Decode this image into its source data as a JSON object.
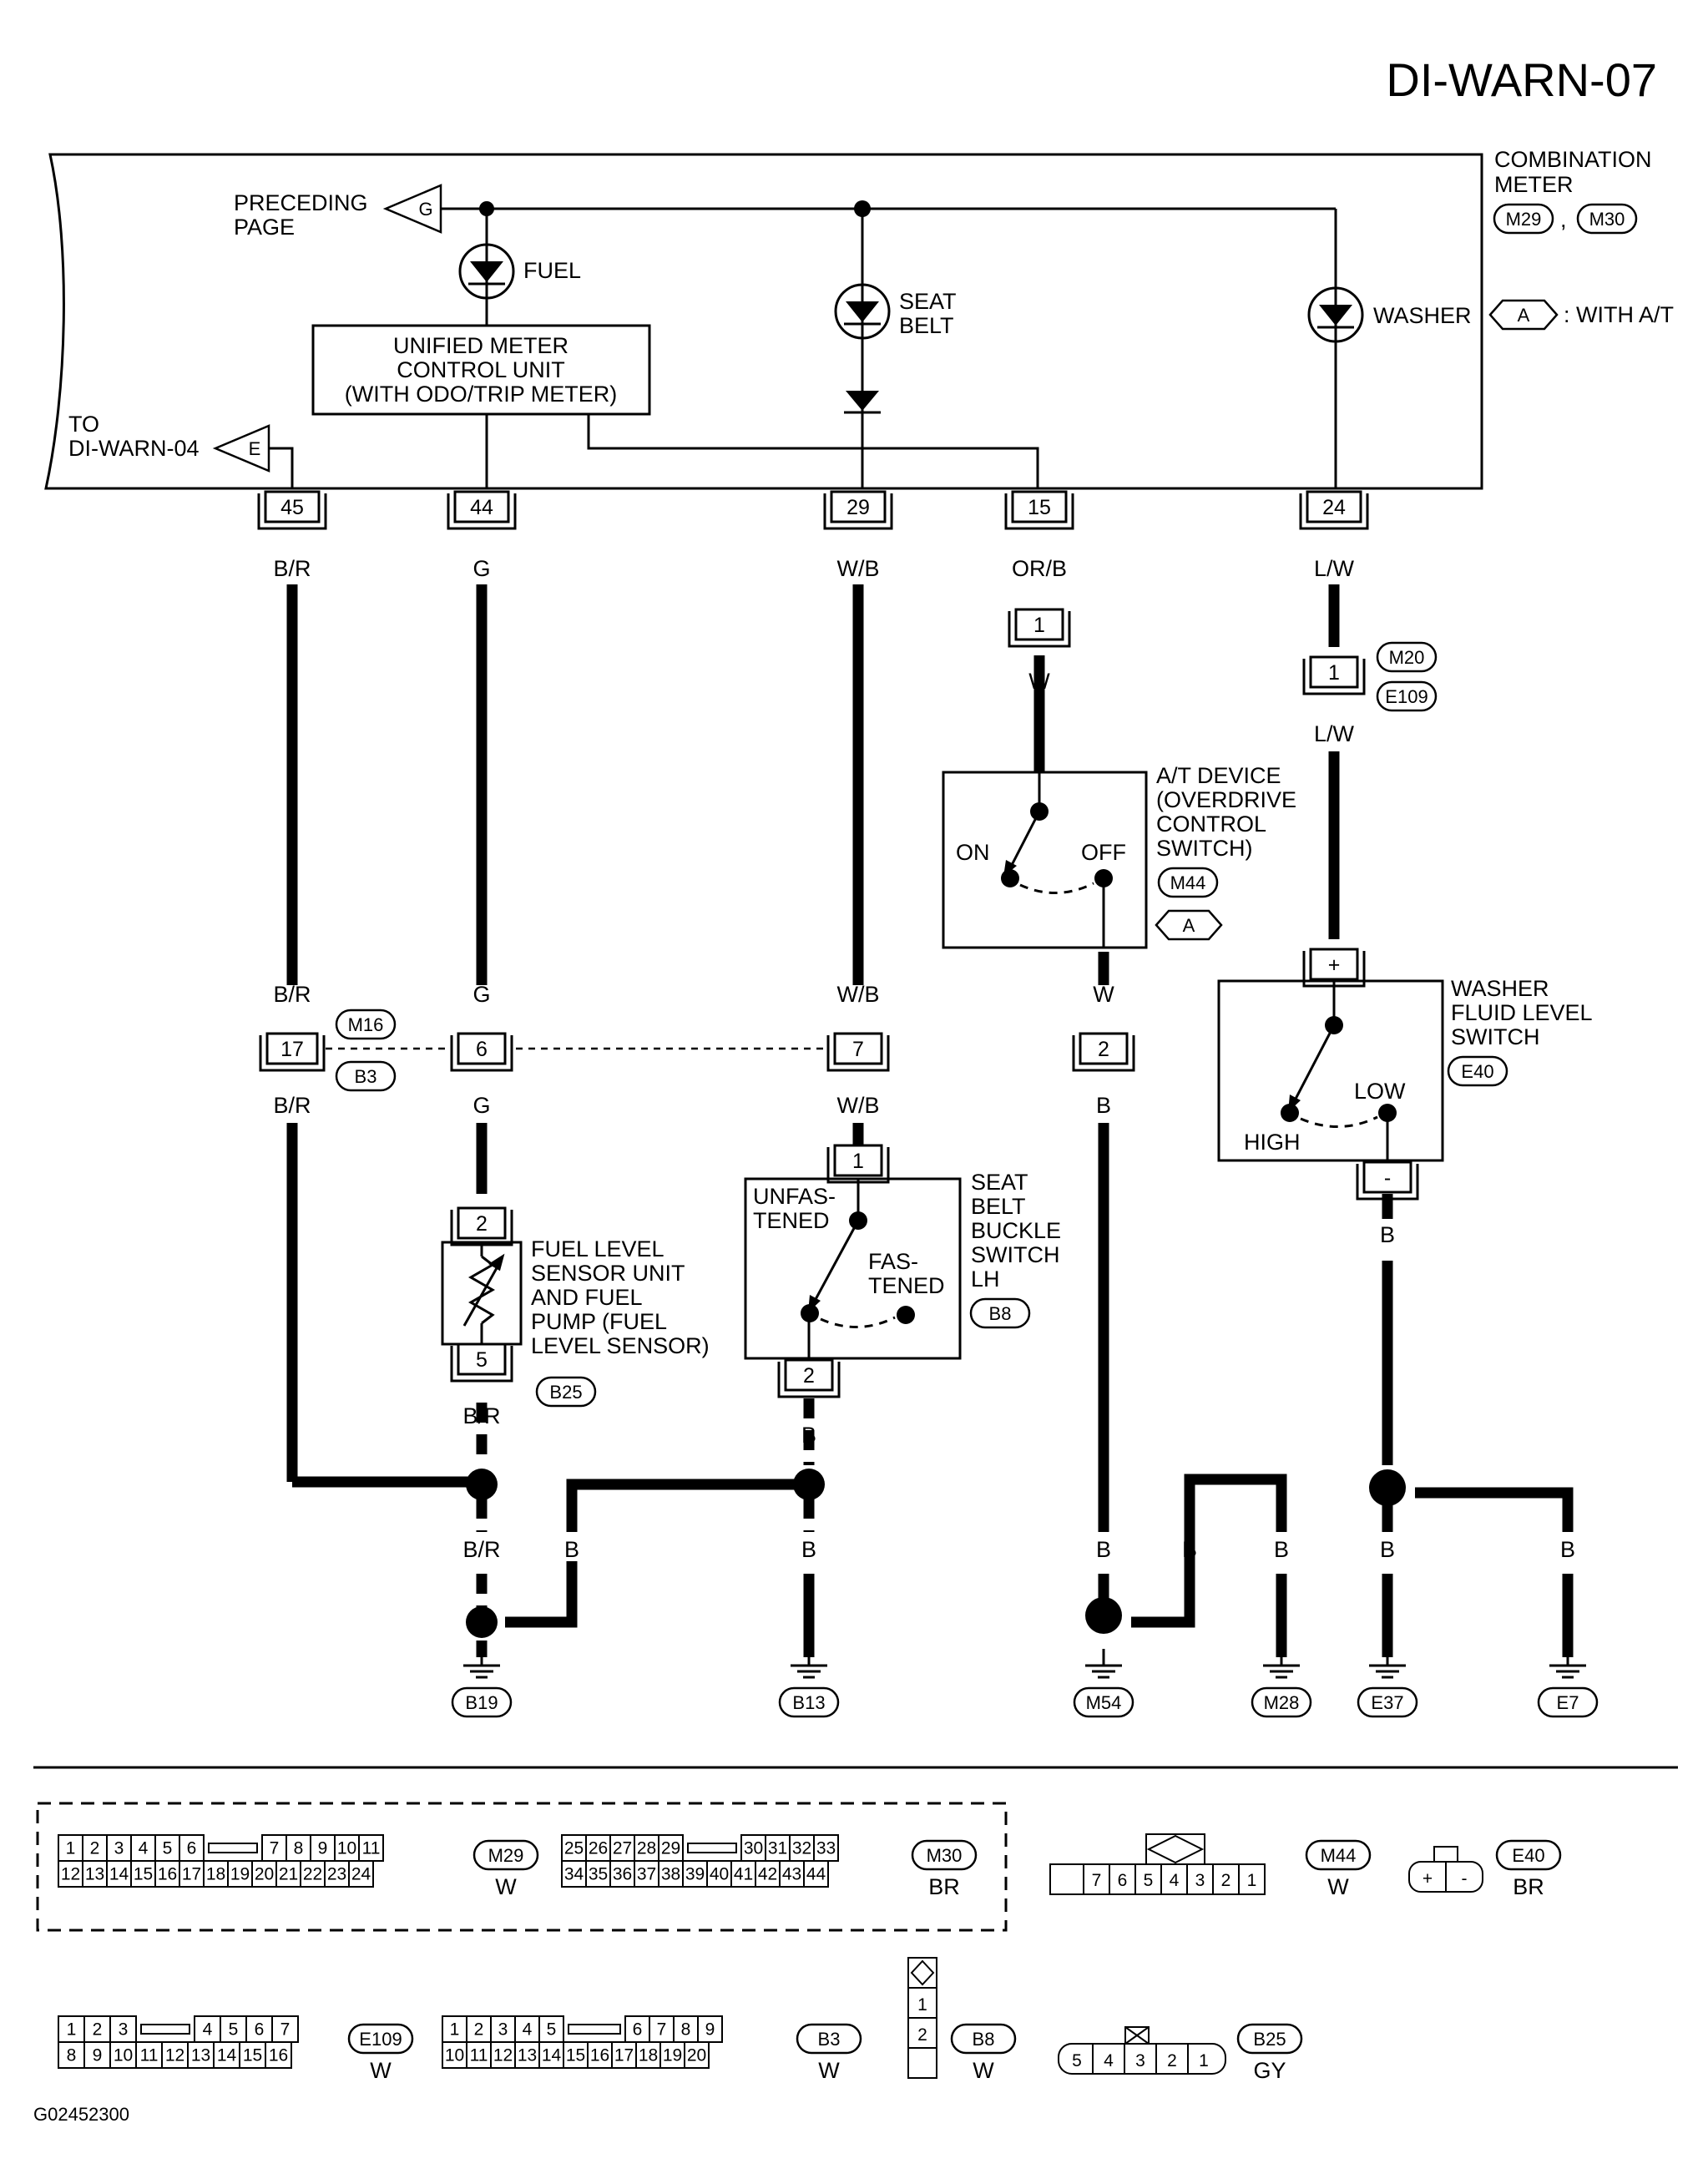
{
  "title": "DI-WARN-07",
  "figure_code": "G02452300",
  "meter": {
    "label_lines": [
      "COMBINATION",
      "METER"
    ],
    "connectors": [
      "M29",
      "M30"
    ],
    "connector_sep": ","
  },
  "with_at": {
    "tag": "A",
    "text": ": WITH A/T"
  },
  "preceding": {
    "lines": [
      "PRECEDING",
      "PAGE"
    ],
    "tag": "G"
  },
  "to_page": {
    "lines": [
      "TO",
      "DI-WARN-04"
    ],
    "tag": "E"
  },
  "lamps": {
    "fuel": [
      "FUEL"
    ],
    "seat": [
      "SEAT",
      "BELT"
    ],
    "washer": [
      "WASHER"
    ]
  },
  "unified": [
    "UNIFIED METER",
    "CONTROL UNIT",
    "(WITH ODO/TRIP METER)"
  ],
  "meter_pins": [
    "45",
    "44",
    "29",
    "15",
    "24"
  ],
  "wires": {
    "c1_top": "B/R",
    "c2_top": "G",
    "c3_top": "W/B",
    "c4_top": "OR/B",
    "c5_top": "L/W",
    "c4_mid": "W",
    "c5_mid": "L/W",
    "c1_a": "B/R",
    "c2_a": "G",
    "c3_a": "W/B",
    "c4_a": "W",
    "c1_b": "B/R",
    "c2_b": "G",
    "c3_b": "W/B",
    "c4_b": "B",
    "c2_c": "B/R",
    "c3_c": "B",
    "c5_c": "B",
    "j1_down": "B/R",
    "j1_right": "B",
    "j2_down": "B",
    "m54": "B",
    "m54_jump": "B",
    "m28": "B",
    "e37": "B",
    "e7": "B"
  },
  "conn_pins": {
    "at_top": "1",
    "m20": "1",
    "m16_17": "17",
    "m16_6": "6",
    "m16_7": "7",
    "at_bot": "2",
    "fuel_top": "2",
    "fuel_bot": "5",
    "buckle_top": "1",
    "buckle_bot": "2",
    "washer_top": "+",
    "washer_bot": "-"
  },
  "connectors": {
    "m20": "M20",
    "e109": "E109",
    "m16": "M16",
    "b3": "B3"
  },
  "at_device": {
    "lines": [
      "A/T DEVICE",
      "(OVERDRIVE",
      "CONTROL",
      "SWITCH)"
    ],
    "connector": "M44",
    "tag": "A",
    "on": "ON",
    "off": "OFF"
  },
  "washer_switch": {
    "lines": [
      "WASHER",
      "FLUID LEVEL",
      "SWITCH"
    ],
    "connector": "E40",
    "high": "HIGH",
    "low": "LOW"
  },
  "fuel_sensor": {
    "lines": [
      "FUEL LEVEL",
      "SENSOR UNIT",
      "AND FUEL",
      "PUMP (FUEL",
      "LEVEL SENSOR)"
    ],
    "connector": "B25"
  },
  "buckle": {
    "lines": [
      "SEAT",
      "BELT",
      "BUCKLE",
      "SWITCH",
      "LH"
    ],
    "connector": "B8",
    "unfas": [
      "UNFAS-",
      "TENED"
    ],
    "fas": [
      "FAS-",
      "TENED"
    ]
  },
  "grounds": [
    "B19",
    "B13",
    "M54",
    "M28",
    "E37",
    "E7"
  ],
  "faces": {
    "m29": {
      "id": "M29",
      "color": "W",
      "top": [
        "1",
        "2",
        "3",
        "4",
        "5",
        "6",
        "",
        "7",
        "8",
        "9",
        "10",
        "11"
      ],
      "bottom": [
        "12",
        "13",
        "14",
        "15",
        "16",
        "17",
        "18",
        "19",
        "20",
        "21",
        "22",
        "23",
        "24"
      ]
    },
    "m30": {
      "id": "M30",
      "color": "BR",
      "top": [
        "25",
        "26",
        "27",
        "28",
        "29",
        "",
        "30",
        "31",
        "32",
        "33"
      ],
      "bottom": [
        "34",
        "35",
        "36",
        "37",
        "38",
        "39",
        "40",
        "41",
        "42",
        "43",
        "44"
      ]
    },
    "m44": {
      "id": "M44",
      "color": "W",
      "cells": [
        "",
        "7",
        "6",
        "5",
        "4",
        "3",
        "2",
        "1"
      ]
    },
    "e40": {
      "id": "E40",
      "color": "BR",
      "cells": [
        "+",
        "-"
      ]
    },
    "e109": {
      "id": "E109",
      "color": "W",
      "top": [
        "1",
        "2",
        "3",
        "",
        "4",
        "5",
        "6",
        "7"
      ],
      "bottom": [
        "8",
        "9",
        "10",
        "11",
        "12",
        "13",
        "14",
        "15",
        "16"
      ]
    },
    "b3": {
      "id": "B3",
      "color": "W",
      "top": [
        "1",
        "2",
        "3",
        "4",
        "5",
        "",
        "6",
        "7",
        "8",
        "9"
      ],
      "bottom": [
        "10",
        "11",
        "12",
        "13",
        "14",
        "15",
        "16",
        "17",
        "18",
        "19",
        "20"
      ]
    },
    "b8": {
      "id": "B8",
      "color": "W",
      "cells": [
        "1",
        "2"
      ]
    },
    "b25": {
      "id": "B25",
      "color": "GY",
      "cells": [
        "5",
        "4",
        "3",
        "2",
        "1"
      ]
    }
  }
}
